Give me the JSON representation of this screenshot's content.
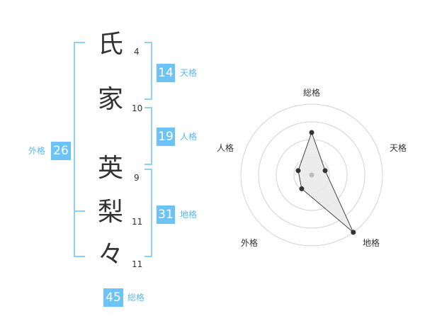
{
  "name_chars": [
    {
      "char": "氏",
      "strokes": "4"
    },
    {
      "char": "家",
      "strokes": "10"
    },
    {
      "char": "英",
      "strokes": "9"
    },
    {
      "char": "梨",
      "strokes": "11"
    },
    {
      "char": "々",
      "strokes": "11"
    }
  ],
  "kaku": {
    "tenkaku": {
      "value": "14",
      "label": "天格"
    },
    "jinkaku": {
      "value": "19",
      "label": "人格"
    },
    "chikaku": {
      "value": "31",
      "label": "地格"
    },
    "gaikaku": {
      "value": "26",
      "label": "外格"
    },
    "soukaku": {
      "value": "45",
      "label": "総格"
    }
  },
  "colors": {
    "accent": "#6cc3f5",
    "bracket": "#8fd0f5",
    "label": "#5ab8ee",
    "text": "#333333",
    "radar_ring": "#d4d4d4",
    "radar_fill": "#e9e9e9"
  },
  "chart_data": {
    "type": "radar",
    "axes": [
      "総格",
      "天格",
      "地格",
      "外格",
      "人格"
    ],
    "values": [
      3,
      1,
      5,
      1.2,
      1
    ],
    "max": 5,
    "ring_count": 4
  }
}
